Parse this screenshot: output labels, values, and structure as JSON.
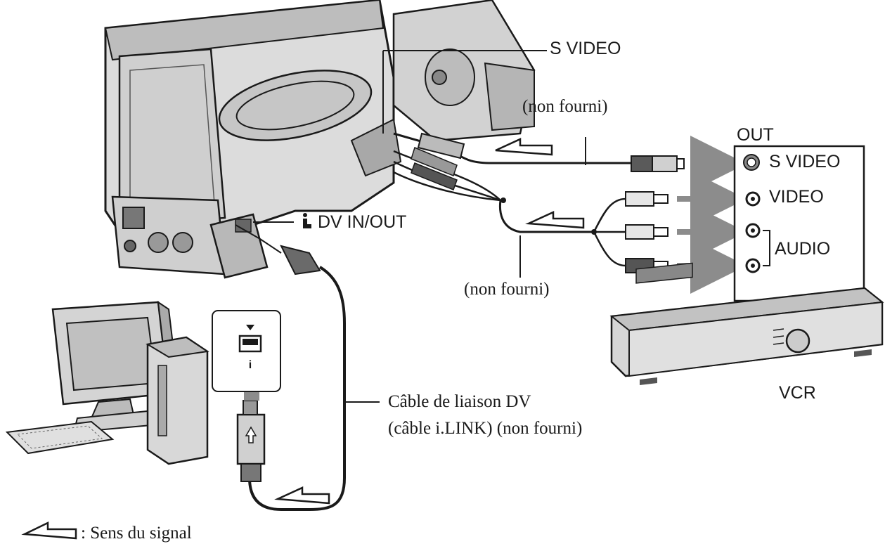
{
  "labels": {
    "s_video_top": "S VIDEO",
    "non_fourni_top": "(non fourni)",
    "out": "OUT",
    "s_video_out": "S VIDEO",
    "video": "VIDEO",
    "audio": "AUDIO",
    "dv_in_out": "DV IN/OUT",
    "non_fourni_mid": "(non fourni)",
    "vcr": "VCR",
    "cable_line1": "Câble de liaison DV",
    "cable_line2": "(câble i.LINK) (non fourni)",
    "legend_text": ": Sens du signal"
  },
  "colors": {
    "ink": "#1a1a1a",
    "device_fill": "#d9d9d9",
    "device_shade": "#b3b3b3",
    "device_dark": "#5a5a5a",
    "arrow_gray": "#8c8c8c"
  },
  "icons": {
    "ilink": "i-link-icon",
    "signal_arrow": "outlined-left-arrow-icon",
    "flow_arrow": "gray-right-arrow-icon",
    "svideo_jack": "s-video-jack-icon",
    "rca_jack": "rca-jack-icon"
  }
}
